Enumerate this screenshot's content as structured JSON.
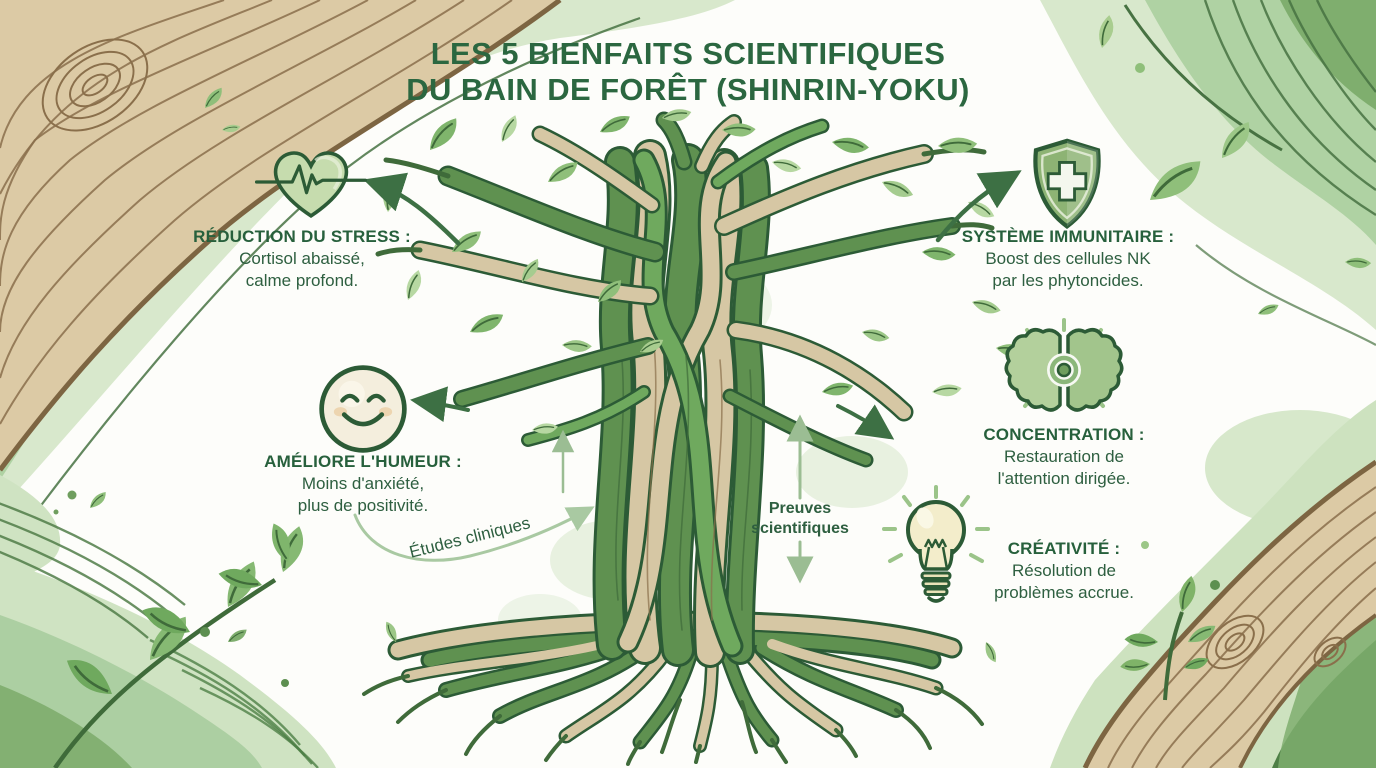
{
  "title": {
    "line1": "LES 5 BIENFAITS SCIENTIFIQUES",
    "line2": "DU BAIN DE FORÊT (SHINRIN-YOKU)"
  },
  "benefits": [
    {
      "icon": "heart-pulse-icon",
      "heading": "RÉDUCTION DU STRESS :",
      "body_line1": "Cortisol abaissé,",
      "body_line2": "calme profond."
    },
    {
      "icon": "smiley-face-icon",
      "heading": "AMÉLIORE L'HUMEUR :",
      "body_line1": "Moins d'anxiété,",
      "body_line2": "plus de positivité."
    },
    {
      "icon": "shield-cross-icon",
      "heading": "SYSTÈME IMMUNITAIRE :",
      "body_line1": "Boost des cellules NK",
      "body_line2": "par les phytoncides."
    },
    {
      "icon": "brain-focus-icon",
      "heading": "CONCENTRATION :",
      "body_line1": "Restauration de",
      "body_line2": "l'attention dirigée."
    },
    {
      "icon": "lightbulb-icon",
      "heading": "CRÉATIVITÉ :",
      "body_line1": "Résolution de",
      "body_line2": "problèmes accrue."
    }
  ],
  "annotations": {
    "clinical_studies_label": "Études cliniques",
    "scientific_proof_line1": "Preuves",
    "scientific_proof_line2": "scientifiques"
  },
  "colors": {
    "title_green": "#2b6740",
    "text_green": "#2e5f40",
    "outline_green": "#2c5b36",
    "arrow_dark_green": "#3d7044",
    "arrow_light_green": "#9bbd93",
    "arrow_sage": "#a9c9a2",
    "wood_tan": "#dccaa5",
    "wood_line_brown": "#8a6f4b",
    "wash_light_green": "#d8e8cc",
    "wash_mid_green": "#abcf9f",
    "leaf_green": "#7fb56c"
  }
}
